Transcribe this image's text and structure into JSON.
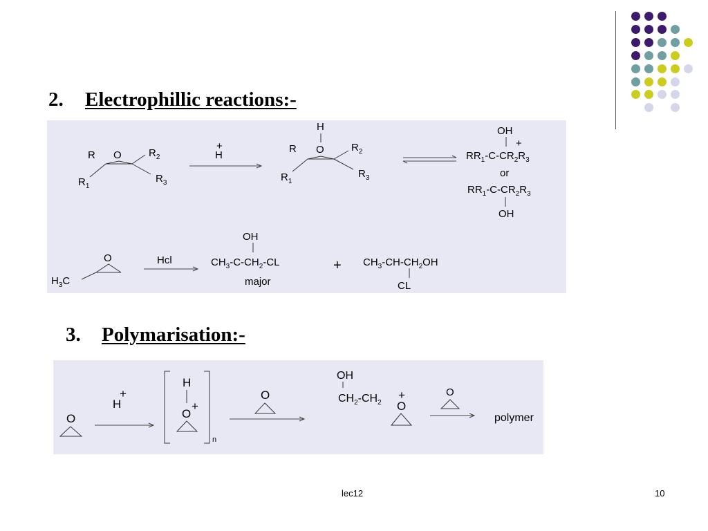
{
  "heading1": {
    "num": "2.",
    "text": "Electrophillic reactions:-"
  },
  "heading2": {
    "num": "3.",
    "text": "Polymarisation:-"
  },
  "reaction1": {
    "reactant": {
      "R": "R",
      "O": "O",
      "R2": "R",
      "R2sub": "2",
      "R1": "R",
      "R1sub": "1",
      "R3": "R",
      "R3sub": "3"
    },
    "reagent": {
      "plus": "+",
      "H": "H"
    },
    "intermediate": {
      "H": "H",
      "O": "O",
      "R": "R",
      "R2": "R",
      "R2sub": "2",
      "R1": "R",
      "R1sub": "1",
      "R3": "R",
      "R3sub": "3"
    },
    "product1": {
      "OH": "OH",
      "plus": "+",
      "p1": "RR",
      "s1": "1",
      "p2": "-C-CR",
      "s2": "2",
      "p3": "R",
      "s3": "3"
    },
    "or": "or",
    "product2": {
      "p1": "RR",
      "s1": "1",
      "p2": "-C-CR",
      "s2": "2",
      "p3": "R",
      "s3": "3",
      "OH": "OH"
    }
  },
  "reaction2": {
    "reactant": {
      "O": "O",
      "H": "H",
      "Hsub": "3",
      "C": "C"
    },
    "reagent": "Hcl",
    "major_product": {
      "OH": "OH",
      "a": "CH",
      "as": "3",
      "b": "-C-CH",
      "bs": "2",
      "c": "-CL"
    },
    "major_label": "major",
    "plus": "+",
    "minor_product": {
      "a": "CH",
      "as": "3",
      "b": "-CH-CH",
      "bs": "2",
      "c": "OH",
      "CL": "CL"
    }
  },
  "polymer": {
    "monomer_O": "O",
    "reagent": {
      "plus": "+",
      "H": "H"
    },
    "bracket": {
      "H": "H",
      "O": "O",
      "plus": "+",
      "n": "n"
    },
    "epoxide_O": "O",
    "chain": {
      "OH": "OH",
      "a": "CH",
      "as": "2",
      "b": "-CH",
      "bs": "2",
      "plus": "+",
      "O": "O"
    },
    "epoxide2_O": "O",
    "product": "polymer"
  },
  "footer": {
    "center": "lec12",
    "page": "10"
  },
  "colors": {
    "purple": "#3d1a6b",
    "teal": "#6f9fa0",
    "yellow": "#cccc20",
    "lavender": "#d6d6ea",
    "panel_bg": "#e8e8f4"
  }
}
